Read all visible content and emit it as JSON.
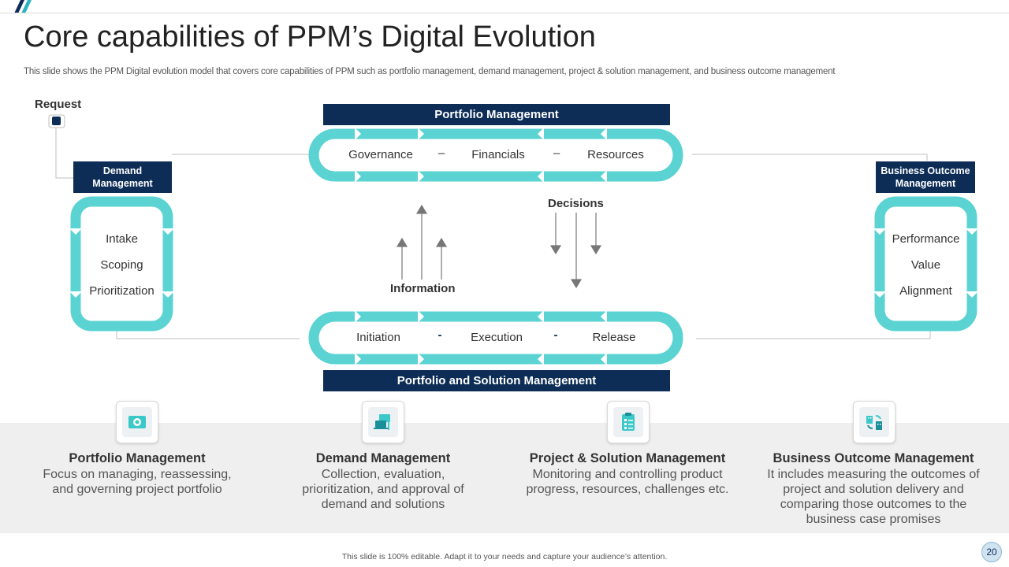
{
  "header": {
    "title": "Core capabilities of PPM’s Digital Evolution",
    "subtitle": "This slide shows the PPM Digital evolution model that covers core capabilities of PPM such as portfolio management, demand management, project & solution management, and business outcome management"
  },
  "diagram": {
    "request_label": "Request",
    "portfolio_header": "Portfolio Management",
    "portfolio_items": [
      "Governance",
      "Financials",
      "Resources"
    ],
    "portfolio_separators": [
      "–",
      "–"
    ],
    "solution_header": "Portfolio and Solution Management",
    "solution_items": [
      "Initiation",
      "Execution",
      "Release"
    ],
    "solution_separators": [
      "-",
      "-"
    ],
    "demand_header": "Demand Management",
    "demand_items": [
      "Intake",
      "Scoping",
      "Prioritization"
    ],
    "business_header": "Business Outcome Management",
    "business_items": [
      "Performance",
      "Value",
      "Alignment"
    ],
    "information_label": "Information",
    "decisions_label": "Decisions"
  },
  "cards": [
    {
      "icon": "money-icon",
      "title": "Portfolio Management",
      "desc": "Focus on managing, reassessing, and governing project portfolio"
    },
    {
      "icon": "laptop-presentation-icon",
      "title": "Demand Management",
      "desc": "Collection, evaluation, prioritization, and approval of demand and solutions"
    },
    {
      "icon": "clipboard-checklist-icon",
      "title": "Project & Solution Management",
      "desc": "Monitoring and controlling product progress, resources, challenges etc."
    },
    {
      "icon": "buildings-cycle-icon",
      "title": "Business Outcome Management",
      "desc": "It includes measuring the outcomes of project and solution delivery and comparing those outcomes to the business case promises"
    }
  ],
  "footer": {
    "note": "This slide is 100% editable. Adapt it to your needs and capture your audience’s attention.",
    "page_number": "20"
  },
  "colors": {
    "navy": "#0d2d57",
    "teal": "#5bd3d3",
    "band": "#efefef"
  }
}
